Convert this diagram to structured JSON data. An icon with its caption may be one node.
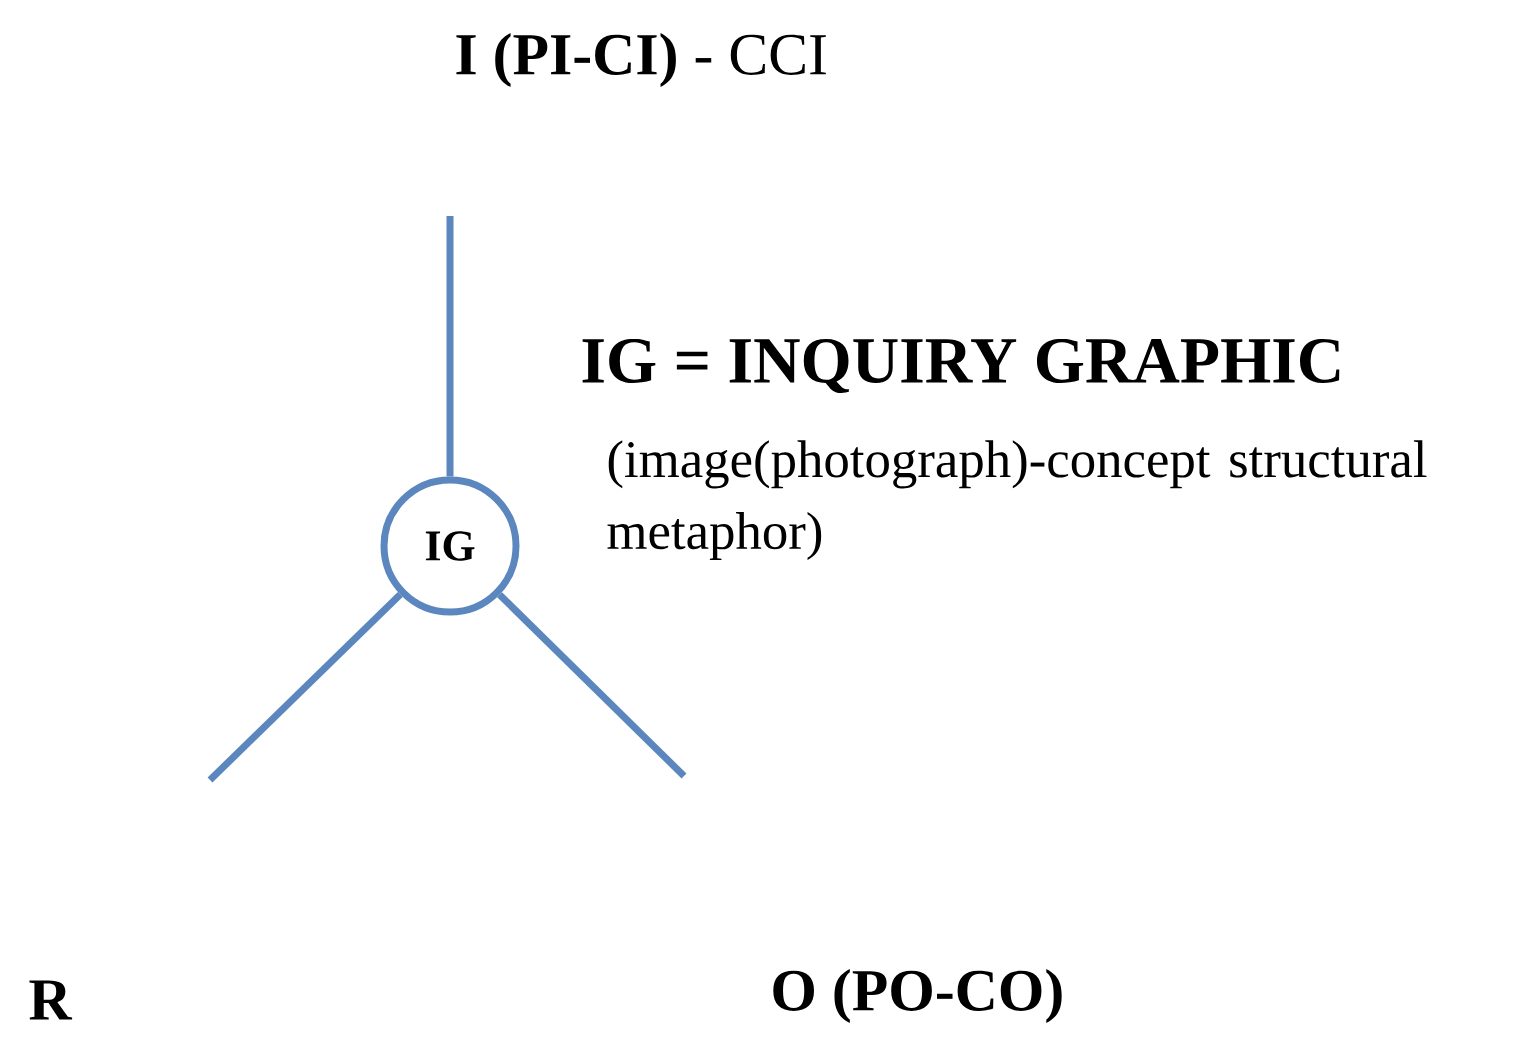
{
  "diagram": {
    "nodes": [
      {
        "text": [
          "IG"
        ]
      },
      {
        "text": [
          "**I  (PI-CI)** - CCI"
        ]
      },
      {
        "text": [
          "R"
        ]
      },
      {
        "text": [
          "O   (PO-CO)"
        ]
      }
    ],
    "labels": [
      "IG = INQUIRY GRAPHIC",
      "(image(photograph)-concept structural metaphor)"
    ]
  }
}
